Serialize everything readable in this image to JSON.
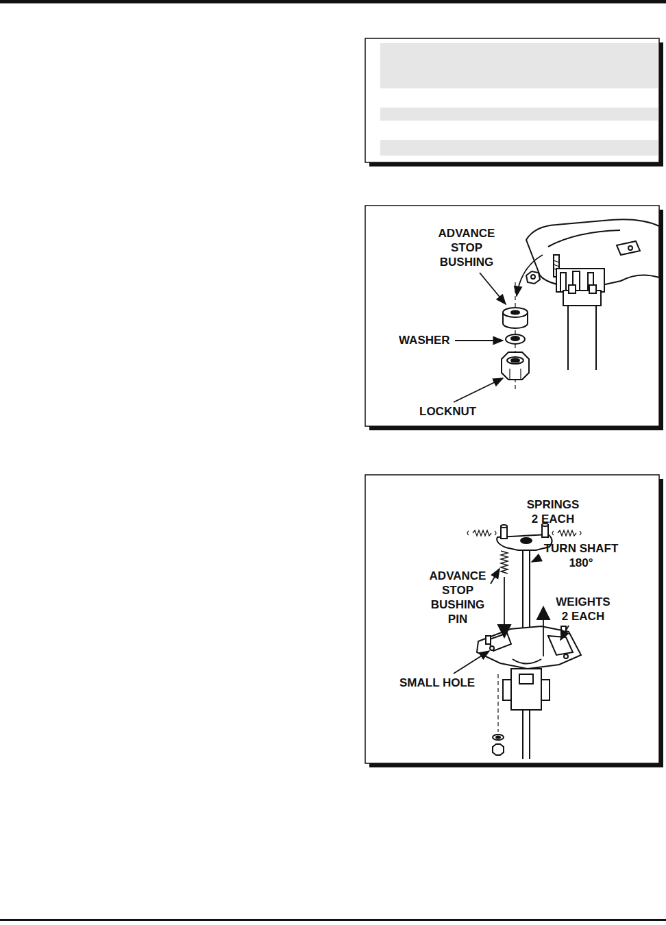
{
  "diagram": {
    "labels": [
      "ADVANCE STOP BUSHING",
      "WASHER",
      "LOCKNUT",
      "SPRINGS 2 EACH",
      "TURN SHAFT 180°",
      "ADVANCE STOP BUSHING PIN",
      "WEIGHTS 2 EACH",
      "SMALL HOLE"
    ]
  }
}
